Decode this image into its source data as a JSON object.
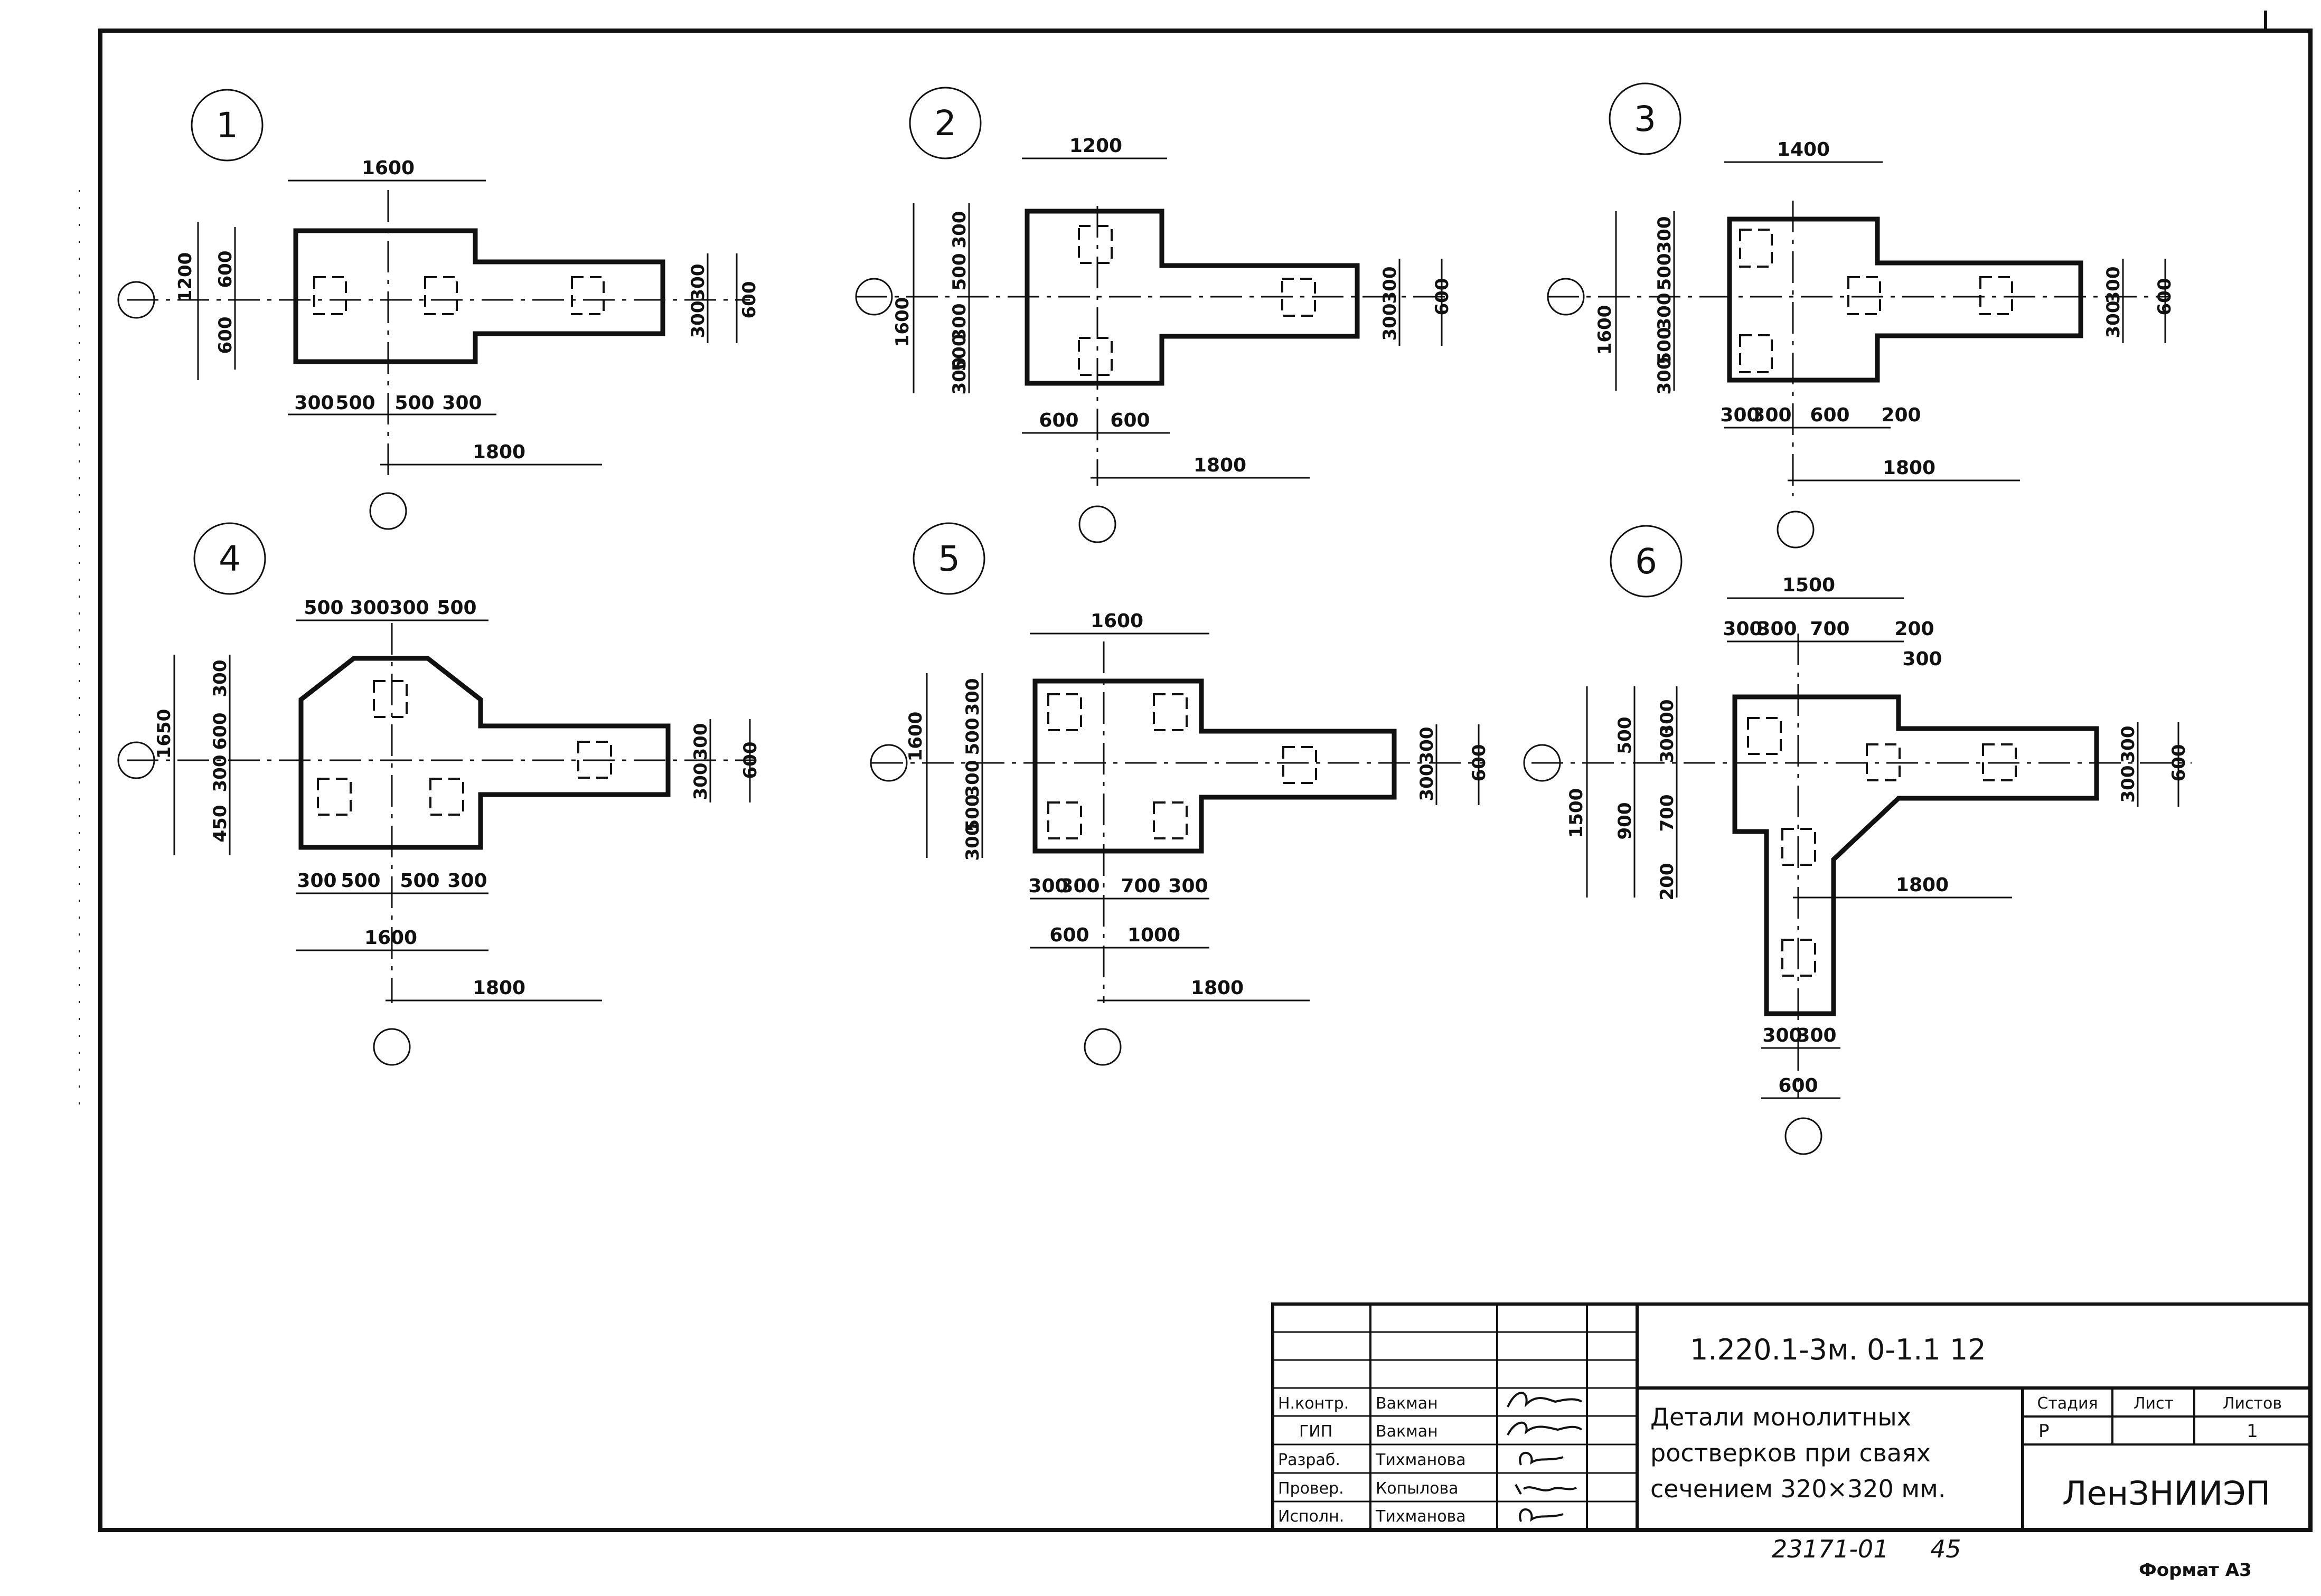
{
  "details": [
    {
      "number": "1",
      "dims_h": [
        "1600",
        "300",
        "500",
        "500",
        "300",
        "1800"
      ],
      "dims_v": [
        "1200",
        "600",
        "600",
        "300",
        "300",
        "600"
      ]
    },
    {
      "number": "2",
      "dims_h": [
        "1200",
        "600",
        "600",
        "1800"
      ],
      "dims_v": [
        "300",
        "500",
        "1600",
        "300",
        "500",
        "300",
        "300",
        "600"
      ]
    },
    {
      "number": "3",
      "dims_h": [
        "1400",
        "300",
        "300",
        "600",
        "200",
        "1800"
      ],
      "dims_v": [
        "300",
        "500",
        "1600",
        "300",
        "500",
        "300",
        "300",
        "600"
      ]
    },
    {
      "number": "4",
      "dims_h": [
        "500",
        "300",
        "300",
        "500",
        "300",
        "500",
        "500",
        "300",
        "1600",
        "1800"
      ],
      "dims_v": [
        "300",
        "1650",
        "600",
        "300",
        "450",
        "300",
        "300",
        "600"
      ]
    },
    {
      "number": "5",
      "dims_h": [
        "1600",
        "300",
        "300",
        "700",
        "300",
        "600",
        "1000",
        "1800"
      ],
      "dims_v": [
        "300",
        "500",
        "1600",
        "300",
        "500",
        "300",
        "300",
        "600"
      ]
    },
    {
      "number": "6",
      "dims_h": [
        "1500",
        "300",
        "300",
        "700",
        "200",
        "300",
        "1800",
        "300",
        "300",
        "600"
      ],
      "dims_v": [
        "500",
        "300",
        "300",
        "1500",
        "900",
        "700",
        "200",
        "300",
        "300",
        "600"
      ]
    }
  ],
  "title_block": {
    "code": "1.220.1-3м. 0-1.1  12",
    "description": [
      "Детали монолитных",
      "ростверков при сваях",
      "сечением 320×320 мм."
    ],
    "stage_headers": [
      "Стадия",
      "Лист",
      "Листов"
    ],
    "stage_values": [
      "Р",
      "",
      "1"
    ],
    "organization": "ЛенЗНИИЭП",
    "signatories": [
      {
        "role": "Н.контр.",
        "name": "Вакман"
      },
      {
        "role": "ГИП",
        "name": "Вакман"
      },
      {
        "role": "Разраб.",
        "name": "Тихманова"
      },
      {
        "role": "Провер.",
        "name": "Копылова"
      },
      {
        "role": "Исполн.",
        "name": "Тихманова"
      }
    ]
  },
  "inventory_number": "23171-01",
  "page_number": "45",
  "format": "Формат А3"
}
